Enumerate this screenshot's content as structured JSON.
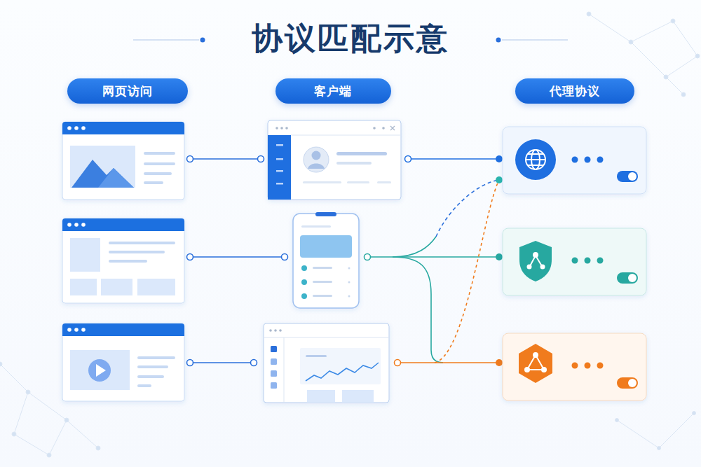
{
  "diagram": {
    "title": "协议匹配示意",
    "nodes": [
      {
        "text": [
          "网页访问"
        ]
      },
      {
        "text": [
          "客户端"
        ]
      },
      {
        "text": [
          "代理协议"
        ]
      }
    ]
  }
}
